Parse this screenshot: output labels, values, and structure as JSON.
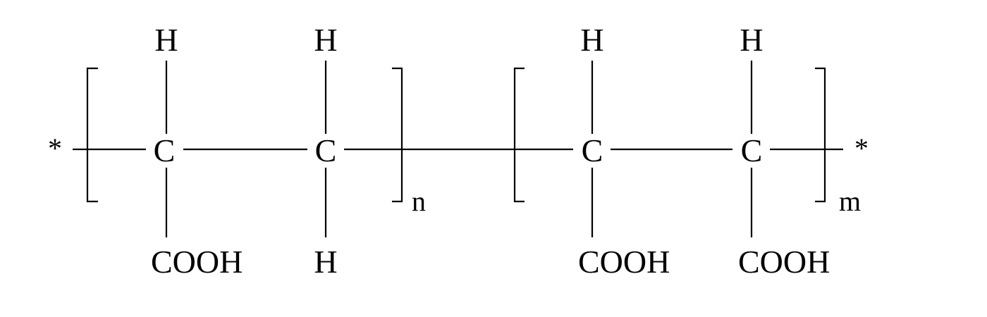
{
  "structure": {
    "end_groups": {
      "left": "*",
      "right": "*"
    },
    "unit_1": {
      "carbon_1": {
        "symbol": "C",
        "top": "H",
        "bottom": "COOH"
      },
      "carbon_2": {
        "symbol": "C",
        "top": "H",
        "bottom": "H"
      },
      "subscript": "n"
    },
    "unit_2": {
      "carbon_1": {
        "symbol": "C",
        "top": "H",
        "bottom": "COOH"
      },
      "carbon_2": {
        "symbol": "C",
        "top": "H",
        "bottom": "COOH"
      },
      "subscript": "m"
    }
  }
}
